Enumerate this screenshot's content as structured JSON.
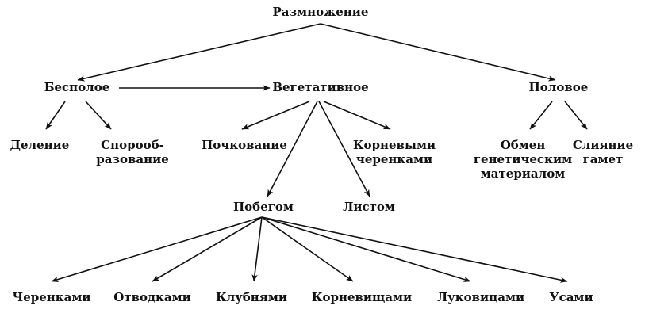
{
  "colors": {
    "ink": "#111111",
    "background": "#ffffff"
  },
  "nodes": {
    "root": [
      "Размножение"
    ],
    "asexual": [
      "Бесполое"
    ],
    "vegetative": [
      "Вегетативное"
    ],
    "sexual": [
      "Половое"
    ],
    "division": [
      "Деление"
    ],
    "spore": [
      "Спорооб-",
      "разование"
    ],
    "budding": [
      "Почкование"
    ],
    "root_cuttings": [
      "Корневыми",
      "черенками"
    ],
    "gamete_fusion": [
      "Слияние",
      "гамет"
    ],
    "genetic_exchange": [
      "Обмен",
      "генетическим",
      "материалом"
    ],
    "shoot": [
      "Побегом"
    ],
    "leaf": [
      "Листом"
    ],
    "cuttings": [
      "Черенками"
    ],
    "layering": [
      "Отводками"
    ],
    "tubers": [
      "Клубнями"
    ],
    "rhizomes": [
      "Корневищами"
    ],
    "bulbs": [
      "Луковицами"
    ],
    "runners": [
      "Усами"
    ]
  },
  "edges": [
    [
      "root",
      "asexual"
    ],
    [
      "root",
      "sexual"
    ],
    [
      "asexual",
      "vegetative"
    ],
    [
      "asexual",
      "division"
    ],
    [
      "asexual",
      "spore"
    ],
    [
      "vegetative",
      "budding"
    ],
    [
      "vegetative",
      "root_cuttings"
    ],
    [
      "vegetative",
      "shoot"
    ],
    [
      "vegetative",
      "leaf"
    ],
    [
      "sexual",
      "genetic_exchange"
    ],
    [
      "sexual",
      "gamete_fusion"
    ],
    [
      "shoot",
      "cuttings"
    ],
    [
      "shoot",
      "layering"
    ],
    [
      "shoot",
      "tubers"
    ],
    [
      "shoot",
      "rhizomes"
    ],
    [
      "shoot",
      "bulbs"
    ],
    [
      "shoot",
      "runners"
    ]
  ]
}
